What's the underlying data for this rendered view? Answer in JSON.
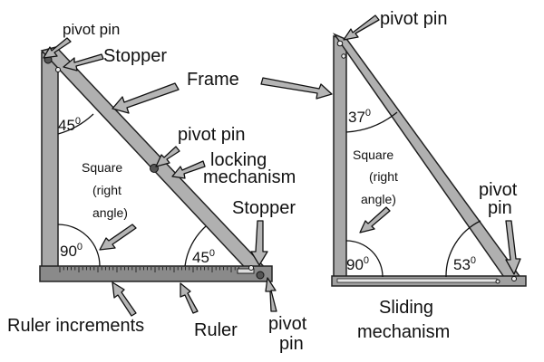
{
  "labels": {
    "pivot_pin_top_left": "pivot pin",
    "stopper_top": "Stopper",
    "frame": "Frame",
    "pivot_pin_top_right": "pivot pin",
    "pivot_pin_middle": "pivot pin",
    "locking_mechanism_line1": "locking",
    "locking_mechanism_line2": "mechanism",
    "square_left_line1": "Square",
    "square_left_line2": "(right",
    "square_left_line3": "angle)",
    "stopper_bottom": "Stopper",
    "ruler_increments": "Ruler increments",
    "ruler": "Ruler",
    "pivot_bottom_left_line1": "pivot",
    "pivot_bottom_left_line2": "pin",
    "square_right_line1": "Square",
    "square_right_line2": "(right",
    "square_right_line3": "angle)",
    "pivot_right_line1": "pivot",
    "pivot_right_line2": "pin",
    "sliding_line1": "Sliding",
    "sliding_line2": "mechanism"
  },
  "angles": {
    "left_top": "45",
    "left_corner": "90",
    "left_bottom_right": "45",
    "right_top": "37",
    "right_corner": "90",
    "right_bottom_right": "53",
    "degree_symbol": "0"
  },
  "colors": {
    "frame_fill": "#a8a8a8",
    "frame_stroke": "#222222",
    "ruler_fill": "#8a8a8a",
    "arrow_fill": "#b5b5b5",
    "arrow_stroke": "#111111",
    "text": "#111111"
  }
}
